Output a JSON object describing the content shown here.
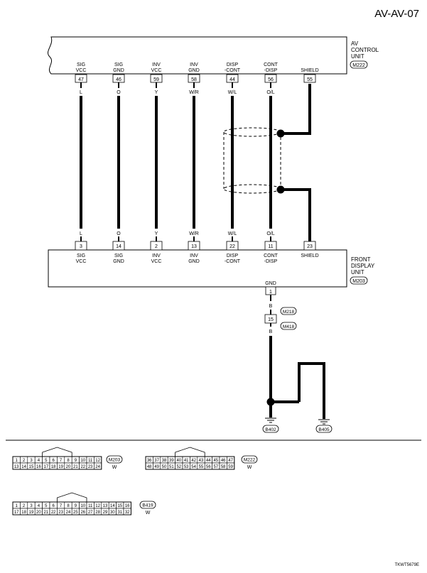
{
  "page_id": "AV-AV-07",
  "figure_code": "TKWT5679E",
  "av_unit": {
    "name_lines": [
      "AV",
      "CONTROL",
      "UNIT"
    ],
    "conn": "M222",
    "pins": [
      {
        "l1": "SIG",
        "l2": "VCC",
        "num": "47",
        "color": "L"
      },
      {
        "l1": "SIG",
        "l2": "GND",
        "num": "46",
        "color": "O"
      },
      {
        "l1": "INV",
        "l2": "VCC",
        "num": "59",
        "color": "Y"
      },
      {
        "l1": "INV",
        "l2": "GND",
        "num": "58",
        "color": "W/R"
      },
      {
        "l1": "DISP",
        "l2": "-CONT",
        "num": "44",
        "color": "W/L"
      },
      {
        "l1": "CONT",
        "l2": "-DISP",
        "num": "56",
        "color": "O/L"
      },
      {
        "l1": "SHIELD",
        "l2": "",
        "num": "55",
        "color": ""
      }
    ]
  },
  "front_unit": {
    "name_lines": [
      "FRONT",
      "DISPLAY",
      "UNIT"
    ],
    "conn": "M203",
    "pins": [
      {
        "l1": "SIG",
        "l2": "VCC",
        "num": "3",
        "color": "L"
      },
      {
        "l1": "SIG",
        "l2": "GND",
        "num": "14",
        "color": "O"
      },
      {
        "l1": "INV",
        "l2": "VCC",
        "num": "2",
        "color": "Y"
      },
      {
        "l1": "INV",
        "l2": "GND",
        "num": "13",
        "color": "W/R"
      },
      {
        "l1": "DISP",
        "l2": "-CONT",
        "num": "22",
        "color": "W/L"
      },
      {
        "l1": "CONT",
        "l2": "-DISP",
        "num": "11",
        "color": "O/L"
      },
      {
        "l1": "SHIELD",
        "l2": "",
        "num": "23",
        "color": ""
      }
    ],
    "gnd": {
      "label": "GND",
      "num": "1",
      "color": "B"
    }
  },
  "joint": {
    "num": "15",
    "conn_top": "M218",
    "conn_bottom": "M418",
    "color": "B"
  },
  "ground_colors": [
    "B",
    "B",
    "B"
  ],
  "grounds": [
    "B402",
    "B405"
  ],
  "connector_views": [
    {
      "id": "M203",
      "code": "W",
      "rows": [
        [
          "1",
          "2",
          "3",
          "4",
          "5",
          "6",
          "7",
          "8",
          "9",
          "10",
          "11",
          "12"
        ],
        [
          "13",
          "14",
          "15",
          "16",
          "17",
          "18",
          "19",
          "20",
          "21",
          "22",
          "23",
          "24"
        ]
      ]
    },
    {
      "id": "M222",
      "code": "W",
      "rows": [
        [
          "36",
          "37",
          "38",
          "39",
          "40",
          "41",
          "42",
          "43",
          "44",
          "45",
          "46",
          "47"
        ],
        [
          "48",
          "49",
          "50",
          "51",
          "52",
          "53",
          "54",
          "55",
          "56",
          "57",
          "58",
          "59"
        ]
      ]
    },
    {
      "id": "B419",
      "code": "W",
      "rows": [
        [
          "1",
          "2",
          "3",
          "4",
          "5",
          "6",
          "7",
          "8",
          "9",
          "10",
          "11",
          "12",
          "13",
          "14",
          "15",
          "16"
        ],
        [
          "17",
          "18",
          "19",
          "20",
          "21",
          "22",
          "23",
          "24",
          "25",
          "26",
          "27",
          "28",
          "29",
          "30",
          "31",
          "32"
        ]
      ]
    }
  ]
}
